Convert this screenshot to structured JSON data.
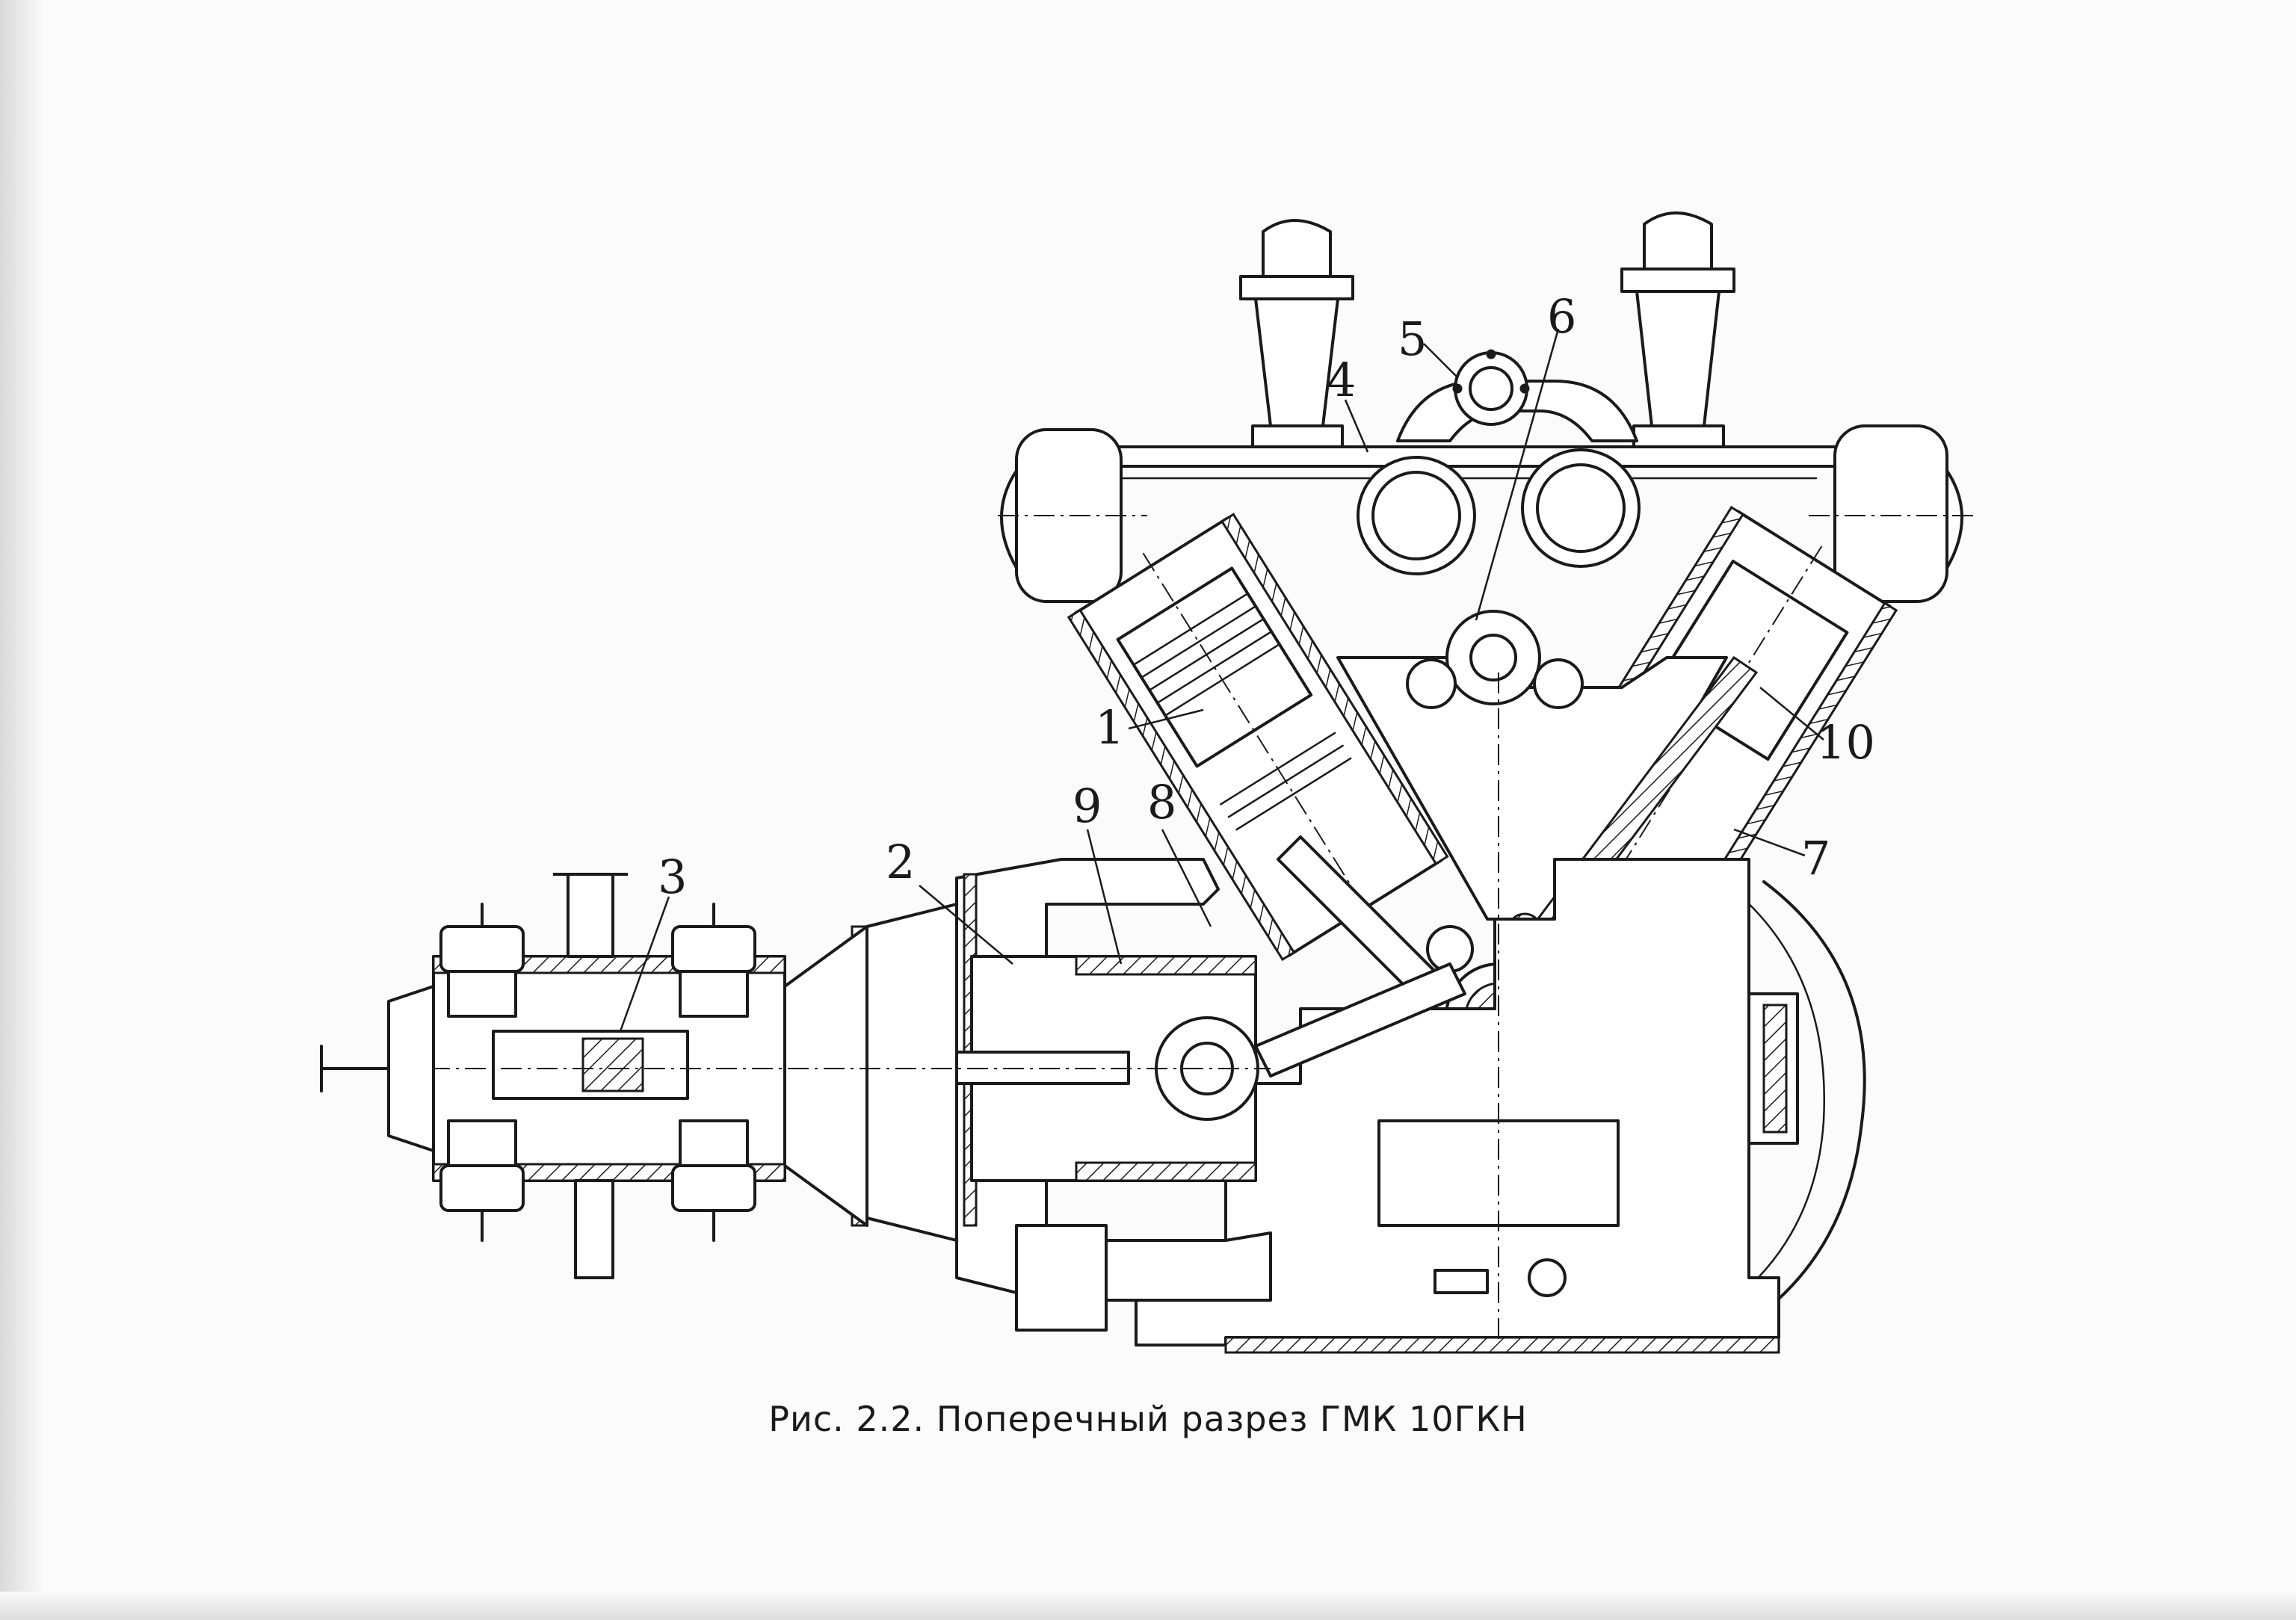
{
  "caption": "Рис. 2.2. Поперечный разрез ГМК 10ГКН",
  "callouts": {
    "c1": "1",
    "c2": "2",
    "c3": "3",
    "c4": "4",
    "c5": "5",
    "c6": "6",
    "c7": "7",
    "c8": "8",
    "c9": "9",
    "c10": "10"
  }
}
